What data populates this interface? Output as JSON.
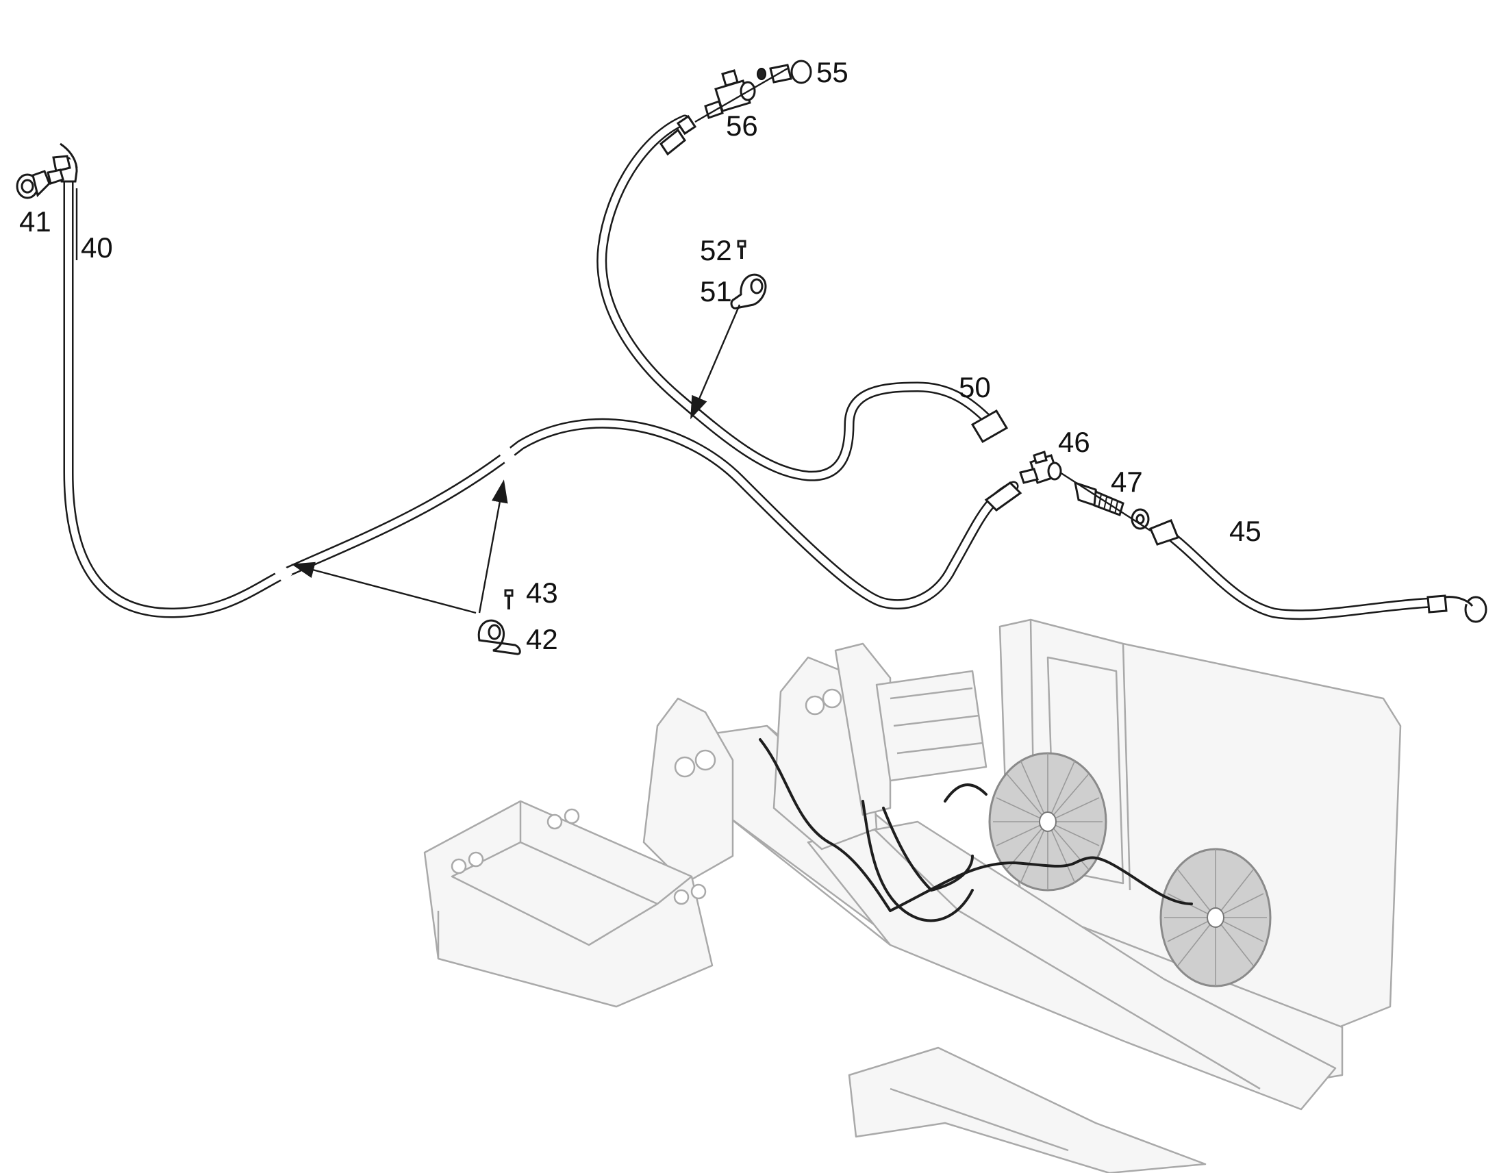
{
  "callouts": [
    {
      "id": "40",
      "text": "40"
    },
    {
      "id": "41",
      "text": "41"
    },
    {
      "id": "42",
      "text": "42"
    },
    {
      "id": "43",
      "text": "43"
    },
    {
      "id": "45",
      "text": "45"
    },
    {
      "id": "46",
      "text": "46"
    },
    {
      "id": "47",
      "text": "47"
    },
    {
      "id": "50",
      "text": "50"
    },
    {
      "id": "51",
      "text": "51"
    },
    {
      "id": "52",
      "text": "52"
    },
    {
      "id": "55",
      "text": "55"
    },
    {
      "id": "56",
      "text": "56"
    }
  ],
  "colors": {
    "line": "#1a1a1a",
    "frame": "#a9a9a9",
    "background": "#ffffff"
  }
}
